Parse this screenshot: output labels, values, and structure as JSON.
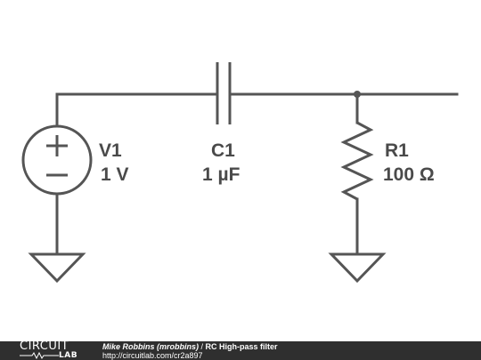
{
  "colors": {
    "line": "#555555",
    "label": "#4a4a4a",
    "footer_bg": "#2f2f2f",
    "footer_text": "#ffffff"
  },
  "components": {
    "v1": {
      "name": "V1",
      "value": "1 V"
    },
    "c1": {
      "name": "C1",
      "value": "1 µF"
    },
    "r1": {
      "name": "R1",
      "value": "100 Ω"
    }
  },
  "footer": {
    "logo_top": "CIRCUIT",
    "logo_bottom": "LAB",
    "author": "Mike Robbins (mrobbins)",
    "separator": " / ",
    "title": "RC High-pass filter",
    "url": "http://circuitlab.com/cr2a897"
  }
}
